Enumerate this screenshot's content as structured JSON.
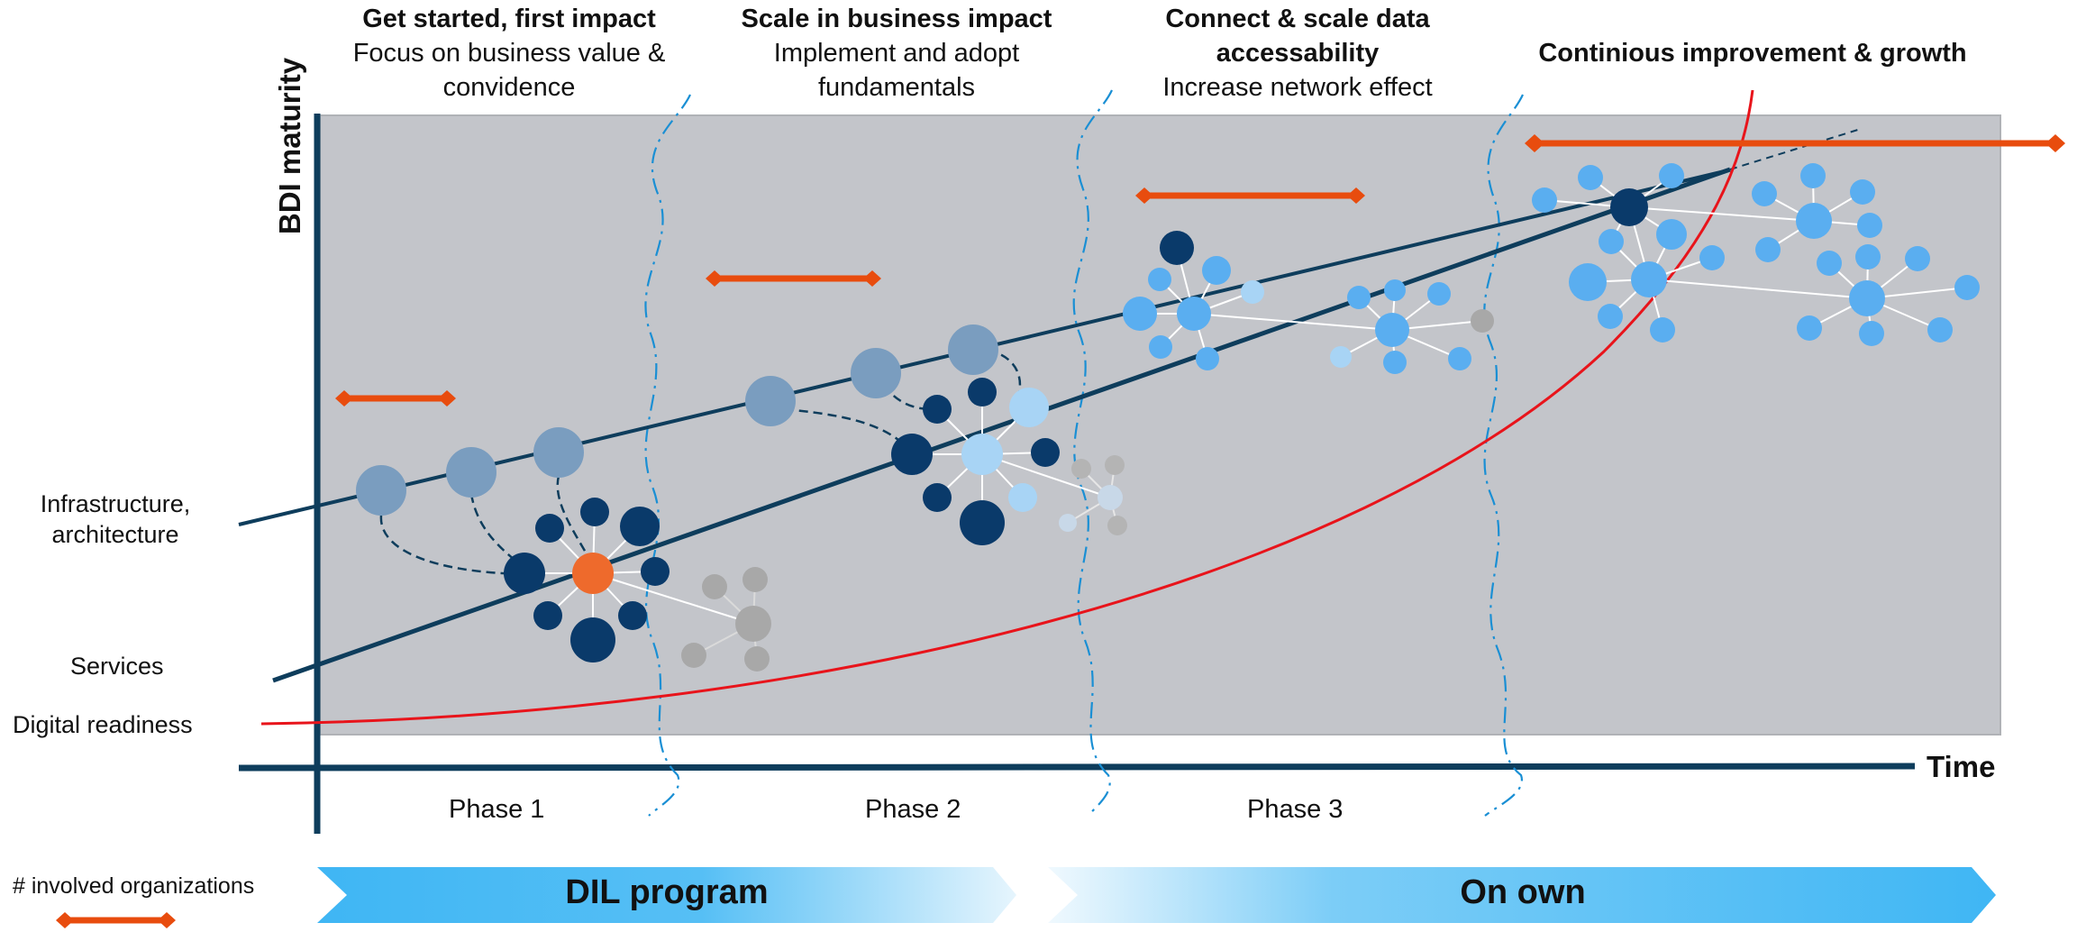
{
  "phases": [
    {
      "title": "Get started, first impact",
      "subtitle": "Focus on business value & convidence"
    },
    {
      "title": "Scale in business impact",
      "subtitle": "Implement and adopt fundamentals"
    },
    {
      "title": "Connect & scale data accessability",
      "subtitle": "Increase network effect"
    },
    {
      "title": "Continious improvement & growth",
      "subtitle": ""
    }
  ],
  "y_axis_label": "BDI maturity",
  "x_axis_label": "Time",
  "line_labels": {
    "infrastructure": "Infrastructure, architecture",
    "services": "Services",
    "digital_readiness": "Digital readiness"
  },
  "phase_labels": [
    "Phase 1",
    "Phase 2",
    "Phase 3"
  ],
  "legend": {
    "involved_orgs": "# involved organizations"
  },
  "programs": [
    {
      "label": "DIL program"
    },
    {
      "label": "On own"
    }
  ],
  "colors": {
    "panel": "#c3c5ca",
    "navy": "#0e3d5c",
    "deep_blue": "#0a3a6a",
    "mid_blue": "#7a9dbf",
    "light_blue": "#5aaef0",
    "pale_blue": "#a8d4f5",
    "orange": "#e84c0e",
    "node_orange": "#ee6a2c",
    "red": "#e8141b",
    "divider": "#1a8fd4",
    "gray_node": "#a8a8a8",
    "arrow_blue": "#3fb6f4"
  }
}
